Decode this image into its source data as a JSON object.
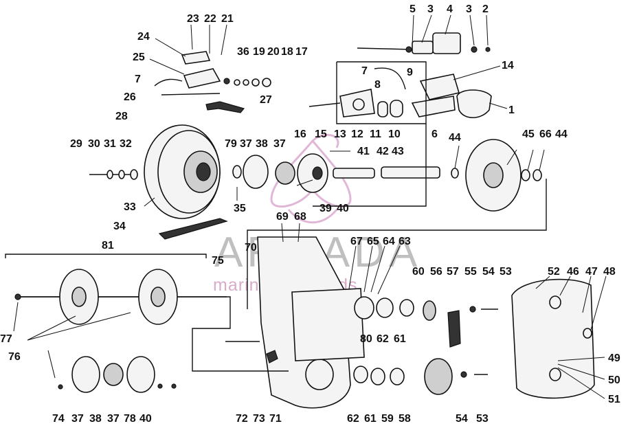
{
  "watermark": {
    "brand": "ARMADA",
    "tagline": "marine outboards"
  },
  "group_labels": {
    "track_drive_group": "81"
  },
  "callouts": [
    {
      "id": "c23",
      "text": "23"
    },
    {
      "id": "c22",
      "text": "22"
    },
    {
      "id": "c21",
      "text": "21"
    },
    {
      "id": "c24",
      "text": "24"
    },
    {
      "id": "c25",
      "text": "25"
    },
    {
      "id": "c36",
      "text": "36"
    },
    {
      "id": "c19",
      "text": "19"
    },
    {
      "id": "c20",
      "text": "20"
    },
    {
      "id": "c18",
      "text": "18"
    },
    {
      "id": "c17",
      "text": "17"
    },
    {
      "id": "c7a",
      "text": "7"
    },
    {
      "id": "c26",
      "text": "26"
    },
    {
      "id": "c27",
      "text": "27"
    },
    {
      "id": "c28",
      "text": "28"
    },
    {
      "id": "c5",
      "text": "5"
    },
    {
      "id": "c3a",
      "text": "3"
    },
    {
      "id": "c4",
      "text": "4"
    },
    {
      "id": "c3b",
      "text": "3"
    },
    {
      "id": "c2",
      "text": "2"
    },
    {
      "id": "c14",
      "text": "14"
    },
    {
      "id": "c7b",
      "text": "7"
    },
    {
      "id": "c9",
      "text": "9"
    },
    {
      "id": "c8",
      "text": "8"
    },
    {
      "id": "c1",
      "text": "1"
    },
    {
      "id": "c16",
      "text": "16"
    },
    {
      "id": "c15",
      "text": "15"
    },
    {
      "id": "c13",
      "text": "13"
    },
    {
      "id": "c12",
      "text": "12"
    },
    {
      "id": "c11",
      "text": "11"
    },
    {
      "id": "c10",
      "text": "10"
    },
    {
      "id": "c6",
      "text": "6"
    },
    {
      "id": "c29",
      "text": "29"
    },
    {
      "id": "c30",
      "text": "30"
    },
    {
      "id": "c31",
      "text": "31"
    },
    {
      "id": "c32",
      "text": "32"
    },
    {
      "id": "c79",
      "text": "79"
    },
    {
      "id": "c37a",
      "text": "37"
    },
    {
      "id": "c38a",
      "text": "38"
    },
    {
      "id": "c37b",
      "text": "37"
    },
    {
      "id": "c41",
      "text": "41"
    },
    {
      "id": "c42",
      "text": "42"
    },
    {
      "id": "c43",
      "text": "43"
    },
    {
      "id": "c44a",
      "text": "44"
    },
    {
      "id": "c45",
      "text": "45"
    },
    {
      "id": "c66",
      "text": "66"
    },
    {
      "id": "c44b",
      "text": "44"
    },
    {
      "id": "c33",
      "text": "33"
    },
    {
      "id": "c35",
      "text": "35"
    },
    {
      "id": "c39",
      "text": "39"
    },
    {
      "id": "c40a",
      "text": "40"
    },
    {
      "id": "c34",
      "text": "34"
    },
    {
      "id": "c69",
      "text": "69"
    },
    {
      "id": "c68",
      "text": "68"
    },
    {
      "id": "c70",
      "text": "70"
    },
    {
      "id": "c67",
      "text": "67"
    },
    {
      "id": "c65",
      "text": "65"
    },
    {
      "id": "c64",
      "text": "64"
    },
    {
      "id": "c63",
      "text": "63"
    },
    {
      "id": "c75",
      "text": "75"
    },
    {
      "id": "c60",
      "text": "60"
    },
    {
      "id": "c56",
      "text": "56"
    },
    {
      "id": "c57",
      "text": "57"
    },
    {
      "id": "c55",
      "text": "55"
    },
    {
      "id": "c54a",
      "text": "54"
    },
    {
      "id": "c53a",
      "text": "53"
    },
    {
      "id": "c52",
      "text": "52"
    },
    {
      "id": "c46",
      "text": "46"
    },
    {
      "id": "c47",
      "text": "47"
    },
    {
      "id": "c48",
      "text": "48"
    },
    {
      "id": "c77",
      "text": "77"
    },
    {
      "id": "c76",
      "text": "76"
    },
    {
      "id": "c80",
      "text": "80"
    },
    {
      "id": "c62a",
      "text": "62"
    },
    {
      "id": "c61a",
      "text": "61"
    },
    {
      "id": "c49",
      "text": "49"
    },
    {
      "id": "c50",
      "text": "50"
    },
    {
      "id": "c51",
      "text": "51"
    },
    {
      "id": "c74",
      "text": "74"
    },
    {
      "id": "c37c",
      "text": "37"
    },
    {
      "id": "c38b",
      "text": "38"
    },
    {
      "id": "c37d",
      "text": "37"
    },
    {
      "id": "c78",
      "text": "78"
    },
    {
      "id": "c40b",
      "text": "40"
    },
    {
      "id": "c72",
      "text": "72"
    },
    {
      "id": "c73",
      "text": "73"
    },
    {
      "id": "c71",
      "text": "71"
    },
    {
      "id": "c62b",
      "text": "62"
    },
    {
      "id": "c61b",
      "text": "61"
    },
    {
      "id": "c59",
      "text": "59"
    },
    {
      "id": "c58",
      "text": "58"
    },
    {
      "id": "c54b",
      "text": "54"
    },
    {
      "id": "c53b",
      "text": "53"
    }
  ]
}
